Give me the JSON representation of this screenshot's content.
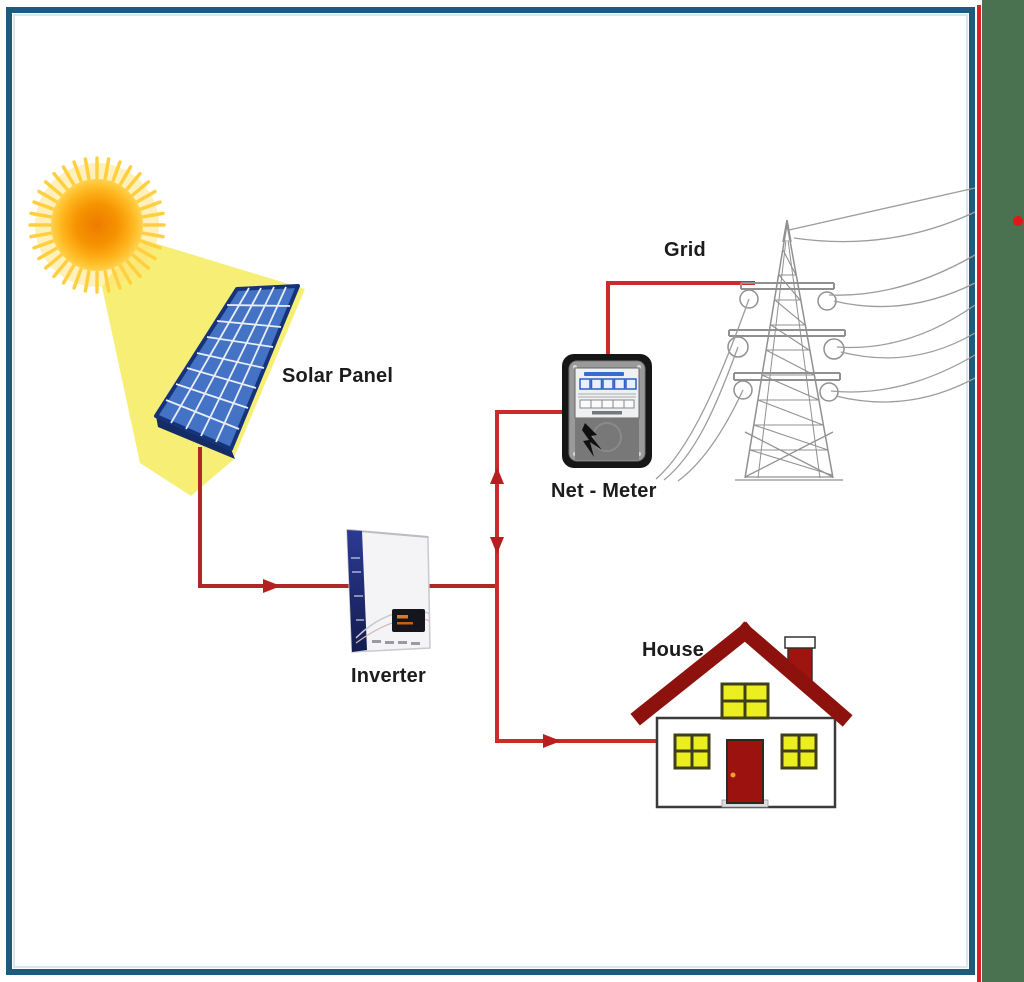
{
  "labels": {
    "solar_panel": "Solar Panel",
    "grid": "Grid",
    "net_meter": "Net - Meter",
    "inverter": "Inverter",
    "house": "House"
  },
  "colors": {
    "frame_teal": "#1d5b7e",
    "wire_red": "#cf2a2a",
    "arrow_red": "#b71f1f",
    "edge_line_red": "#dd2020",
    "edge_strip_green": "#4a7150",
    "marker_dot_red": "#e01818",
    "sun_core_orange": "#ef7d00",
    "sun_ray_yellow": "#ffcf40",
    "beam_yellow": "#f7ef75",
    "panel_cell_blue": "#4472c4",
    "panel_frame_navy": "#16337a",
    "inverter_strip_navy": "#24306e",
    "roof_red": "#8d120d",
    "door_red": "#9c120e",
    "window_yellow": "#ecef1f",
    "tower_gray": "#909090"
  },
  "components": [
    {
      "name": "sun-icon"
    },
    {
      "name": "sun-beam"
    },
    {
      "name": "solar-panel-icon"
    },
    {
      "name": "inverter-icon"
    },
    {
      "name": "net-meter-icon"
    },
    {
      "name": "transmission-tower-icon"
    },
    {
      "name": "house-icon"
    },
    {
      "name": "flow-arrows"
    },
    {
      "name": "red-dot-marker"
    }
  ]
}
